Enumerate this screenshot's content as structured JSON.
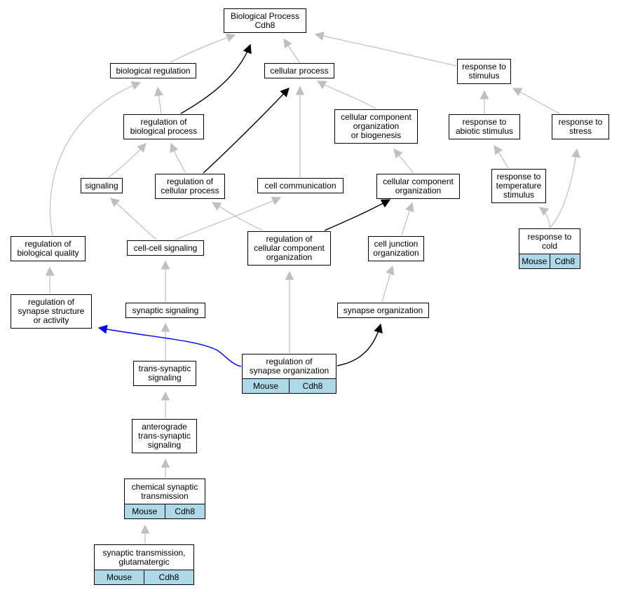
{
  "colors": {
    "is_a": "#bfbfbf",
    "part_of": "#000000",
    "regulates": "#0000ff",
    "annotation_bg": "#add8e6"
  },
  "nodes": {
    "root": {
      "label": "Biological Process\nCdh8"
    },
    "bioreg": {
      "label": "biological regulation"
    },
    "cellproc": {
      "label": "cellular process"
    },
    "respstim": {
      "label": "response to\nstimulus"
    },
    "regbio": {
      "label": "regulation of\nbiological process"
    },
    "ccorgbio": {
      "label": "cellular component\norganization\nor biogenesis"
    },
    "respabio": {
      "label": "response to\nabiotic stimulus"
    },
    "respstress": {
      "label": "response to\nstress"
    },
    "signaling": {
      "label": "signaling"
    },
    "regcell": {
      "label": "regulation of\ncellular process"
    },
    "cellcomm": {
      "label": "cell communication"
    },
    "ccorg": {
      "label": "cellular component\norganization"
    },
    "resptemp": {
      "label": "response to\ntemperature\nstimulus"
    },
    "respcold": {
      "label": "response to\ncold",
      "ann": [
        "Mouse",
        "Cdh8"
      ]
    },
    "regbioqual": {
      "label": "regulation of\nbiological quality"
    },
    "cellcell": {
      "label": "cell-cell signaling"
    },
    "regccorg": {
      "label": "regulation of\ncellular component\norganization"
    },
    "celljunc": {
      "label": "cell junction\norganization"
    },
    "regsynstruct": {
      "label": "regulation of\nsynapse structure\nor activity"
    },
    "synsig": {
      "label": "synaptic signaling"
    },
    "synorg": {
      "label": "synapse organization"
    },
    "transsyn": {
      "label": "trans-synaptic\nsignaling"
    },
    "regsynorg": {
      "label": "regulation of\nsynapse organization",
      "ann": [
        "Mouse",
        "Cdh8"
      ]
    },
    "antero": {
      "label": "anterograde\ntrans-synaptic\nsignaling"
    },
    "chemsyn": {
      "label": "chemical synaptic\ntransmission",
      "ann": [
        "Mouse",
        "Cdh8"
      ]
    },
    "synglut": {
      "label": "synaptic transmission,\nglutamatergic",
      "ann": [
        "Mouse",
        "Cdh8"
      ]
    }
  },
  "edges": [
    {
      "from": "bioreg",
      "to": "root",
      "type": "is_a"
    },
    {
      "from": "cellproc",
      "to": "root",
      "type": "is_a"
    },
    {
      "from": "respstim",
      "to": "root",
      "type": "is_a"
    },
    {
      "from": "regbio",
      "to": "root",
      "type": "part_of"
    },
    {
      "from": "regbio",
      "to": "bioreg",
      "type": "is_a"
    },
    {
      "from": "ccorgbio",
      "to": "cellproc",
      "type": "is_a"
    },
    {
      "from": "respabio",
      "to": "respstim",
      "type": "is_a"
    },
    {
      "from": "respstress",
      "to": "respstim",
      "type": "is_a"
    },
    {
      "from": "signaling",
      "to": "regbio",
      "type": "is_a"
    },
    {
      "from": "regcell",
      "to": "regbio",
      "type": "is_a"
    },
    {
      "from": "regcell",
      "to": "cellproc",
      "type": "part_of"
    },
    {
      "from": "cellcomm",
      "to": "cellproc",
      "type": "is_a"
    },
    {
      "from": "ccorg",
      "to": "ccorgbio",
      "type": "is_a"
    },
    {
      "from": "resptemp",
      "to": "respabio",
      "type": "is_a"
    },
    {
      "from": "respcold",
      "to": "resptemp",
      "type": "is_a"
    },
    {
      "from": "respcold",
      "to": "respstress",
      "type": "is_a"
    },
    {
      "from": "regbioqual",
      "to": "bioreg",
      "type": "is_a"
    },
    {
      "from": "cellcell",
      "to": "signaling",
      "type": "is_a"
    },
    {
      "from": "cellcell",
      "to": "cellcomm",
      "type": "is_a"
    },
    {
      "from": "regccorg",
      "to": "regcell",
      "type": "is_a"
    },
    {
      "from": "regccorg",
      "to": "ccorg",
      "type": "part_of"
    },
    {
      "from": "celljunc",
      "to": "ccorg",
      "type": "is_a"
    },
    {
      "from": "regsynstruct",
      "to": "regbioqual",
      "type": "is_a"
    },
    {
      "from": "synsig",
      "to": "cellcell",
      "type": "is_a"
    },
    {
      "from": "synorg",
      "to": "celljunc",
      "type": "is_a"
    },
    {
      "from": "transsyn",
      "to": "synsig",
      "type": "is_a"
    },
    {
      "from": "regsynorg",
      "to": "regccorg",
      "type": "is_a"
    },
    {
      "from": "regsynorg",
      "to": "synorg",
      "type": "part_of"
    },
    {
      "from": "regsynorg",
      "to": "regsynstruct",
      "type": "regulates"
    },
    {
      "from": "antero",
      "to": "transsyn",
      "type": "is_a"
    },
    {
      "from": "chemsyn",
      "to": "antero",
      "type": "is_a"
    },
    {
      "from": "synglut",
      "to": "chemsyn",
      "type": "is_a"
    }
  ]
}
